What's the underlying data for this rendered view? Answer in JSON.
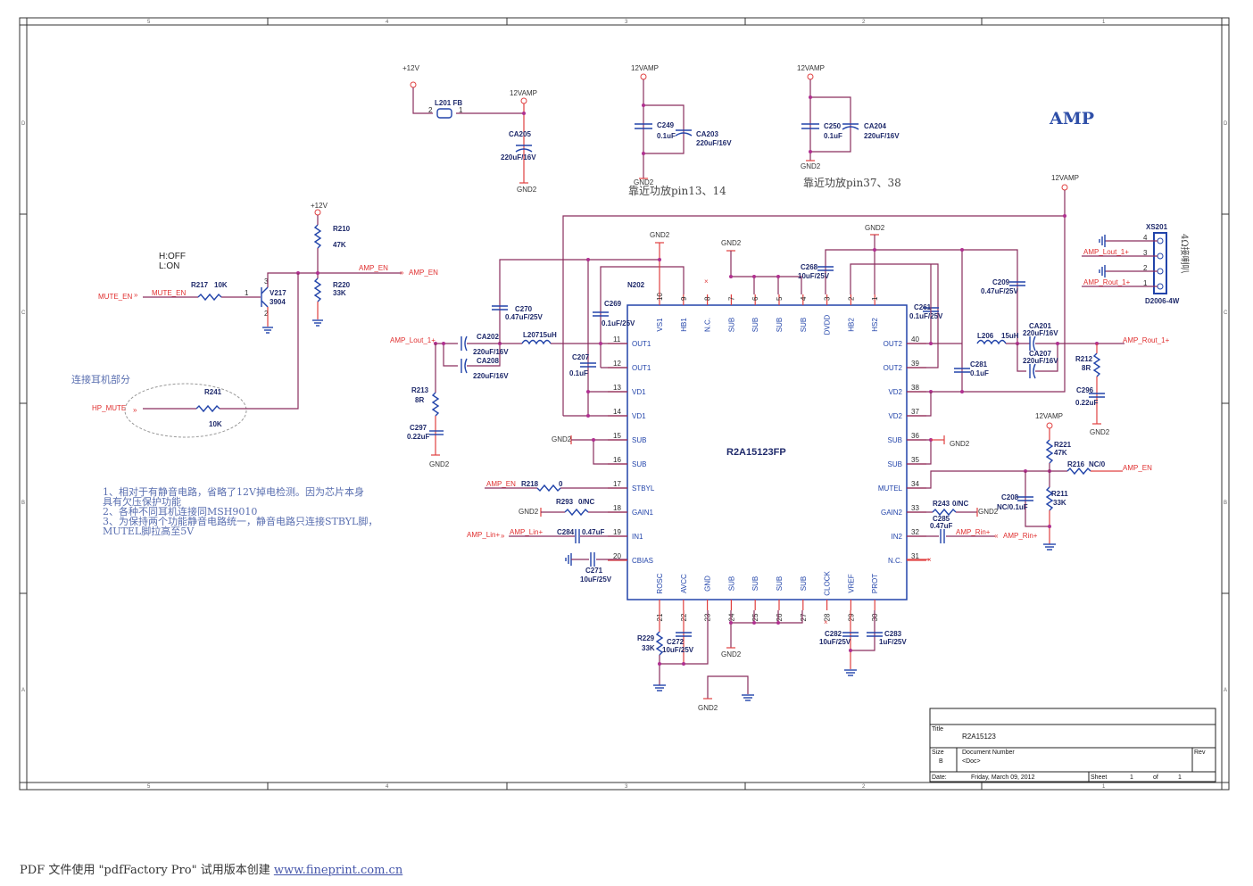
{
  "sheet": {
    "title_big": "AMP",
    "zones_cols": [
      "5",
      "4",
      "3",
      "2",
      "1"
    ],
    "zones_rows": [
      "D",
      "C",
      "B",
      "A"
    ]
  },
  "ic": {
    "ref": "N202",
    "part": "R2A15123FP",
    "left_pins": [
      {
        "num": "11",
        "name": "OUT1"
      },
      {
        "num": "12",
        "name": "OUT1"
      },
      {
        "num": "13",
        "name": "VD1"
      },
      {
        "num": "14",
        "name": "VD1"
      },
      {
        "num": "15",
        "name": "SUB"
      },
      {
        "num": "16",
        "name": "SUB"
      },
      {
        "num": "17",
        "name": "STBYL"
      },
      {
        "num": "18",
        "name": "GAIN1"
      },
      {
        "num": "19",
        "name": "IN1"
      },
      {
        "num": "20",
        "name": "CBIAS"
      }
    ],
    "right_pins": [
      {
        "num": "40",
        "name": "OUT2"
      },
      {
        "num": "39",
        "name": "OUT2"
      },
      {
        "num": "38",
        "name": "VD2"
      },
      {
        "num": "37",
        "name": "VD2"
      },
      {
        "num": "36",
        "name": "SUB"
      },
      {
        "num": "35",
        "name": "SUB"
      },
      {
        "num": "34",
        "name": "MUTEL"
      },
      {
        "num": "33",
        "name": "GAIN2"
      },
      {
        "num": "32",
        "name": "IN2"
      },
      {
        "num": "31",
        "name": "N.C."
      }
    ],
    "top_pins": [
      {
        "num": "10",
        "name": "VS1"
      },
      {
        "num": "9",
        "name": "HB1"
      },
      {
        "num": "8",
        "name": "N.C."
      },
      {
        "num": "7",
        "name": "SUB"
      },
      {
        "num": "6",
        "name": "SUB"
      },
      {
        "num": "5",
        "name": "SUB"
      },
      {
        "num": "4",
        "name": "SUB"
      },
      {
        "num": "3",
        "name": "DVDD"
      },
      {
        "num": "2",
        "name": "HB2"
      },
      {
        "num": "1",
        "name": "HS2"
      }
    ],
    "bottom_pins": [
      {
        "num": "21",
        "name": "ROSC"
      },
      {
        "num": "22",
        "name": "AVCC"
      },
      {
        "num": "23",
        "name": "GND"
      },
      {
        "num": "24",
        "name": "SUB"
      },
      {
        "num": "25",
        "name": "SUB"
      },
      {
        "num": "26",
        "name": "SUB"
      },
      {
        "num": "27",
        "name": "SUB"
      },
      {
        "num": "28",
        "name": "CLOCK"
      },
      {
        "num": "29",
        "name": "VREF"
      },
      {
        "num": "30",
        "name": "PROT"
      }
    ]
  },
  "power": {
    "p12v": "+12V",
    "v12amp": "12VAMP",
    "gnd2": "GND2",
    "l201": "L201 FB",
    "l201_pin2": "2",
    "l201_pin1": "1",
    "ca205": "CA205",
    "ca205_val": "220uF/16V",
    "c249": "C249",
    "c249_val": "0.1uF",
    "ca203": "CA203",
    "ca203_val": "220uF/16V",
    "c250": "C250",
    "c250_val": "0.1uF",
    "ca204": "CA204",
    "ca204_val": "220uF/16V",
    "note_pin13": "靠近功放pin13、14",
    "note_pin37": "靠近功放pin37、38"
  },
  "mute": {
    "hoff": "H:OFF",
    "lon": "L:ON",
    "mute_en_port": "MUTE_EN",
    "mute_en_net": "MUTE_EN",
    "r217": "R217",
    "r217_val": "10K",
    "v217": "V217",
    "v217_part": "3904",
    "pin1": "1",
    "pin2": "2",
    "pin3": "3",
    "r210": "R210",
    "r210_val": "47K",
    "r220": "R220",
    "r220_val": "33K",
    "amp_en_net": "AMP_EN",
    "amp_en_port": "AMP_EN",
    "hp_section": "连接耳机部分",
    "hp_mute": "HP_MUTE",
    "r241": "R241",
    "r241_val": "10K"
  },
  "notes": [
    "1、相对于有静音电路，省略了12V掉电检测。因为芯片本身",
    "具有欠压保护功能",
    "2、各种不同耳机连接同MSH9010",
    "3、为保持两个功能静音电路统一，静音电路只连接STBYL脚，",
    "MUTEL脚拉高至5V"
  ],
  "left_out": {
    "amp_lout": "AMP_Lout_1+",
    "ca202": "CA202",
    "ca202_val": "220uF/16V",
    "ca208": "CA208",
    "ca208_val": "220uF/16V",
    "l207": "L20715uH",
    "c270": "C270",
    "c270_val": "0.47uF/25V",
    "c269": "C269",
    "c269_val": "0.1uF/25V",
    "c207": "C207",
    "c207_val": "0.1uF",
    "r213": "R213",
    "r213_val": "8R",
    "c297": "C297",
    "c297_val": "0.22uF"
  },
  "left_in": {
    "amp_en": "AMP_EN",
    "r218": "R218",
    "r218_val": "0",
    "r293": "R293",
    "r293_val": "0/NC",
    "amp_lin_port": "AMP_Lin+",
    "amp_lin_net": "AMP_Lin+",
    "c284": "C284",
    "c284_val": "0.47uF",
    "c271": "C271",
    "c271_val": "10uF/25V"
  },
  "top_parts": {
    "c268": "C268",
    "c268_val": "10uF/25V",
    "c261": "C261",
    "c261_val": "0.1uF/25V",
    "c209": "C209",
    "c209_val": "0.47uF/25V"
  },
  "right_out": {
    "l206": "L206",
    "l206_val": "15uH",
    "ca201": "CA201",
    "ca201_val": "220uF/16V",
    "ca207": "CA207",
    "ca207_val": "220uF/16V",
    "c281": "C281",
    "c281_val": "0.1uF",
    "amp_rout": "AMP_Rout_1+",
    "r212": "R212",
    "r212_val": "8R",
    "c296": "C296",
    "c296_val": "0.22uF"
  },
  "right_in": {
    "r221": "R221",
    "r221_val": "47K",
    "r216": "R216",
    "r216_val": "NC/0",
    "amp_en": "AMP_EN",
    "c208": "C208",
    "c208_val": "NC/0.1uF",
    "r211": "R211",
    "r211_val": "33K",
    "r243": "R243",
    "r243_val": "0/NC",
    "c285": "C285",
    "c285_val": "0.47uF",
    "amp_rin_net": "AMP_Rin+",
    "amp_rin_port": "AMP_Rin+"
  },
  "bottom_parts": {
    "r229": "R229",
    "r229_val": "33K",
    "c272": "C272",
    "c272_val": "10uF/25V",
    "c282": "C282",
    "c282_val": "10uF/25V",
    "c283": "C283",
    "c283_val": "1uF/25V"
  },
  "connector": {
    "ref": "XS201",
    "part": "D2006-4W",
    "label": "4Ω接喇叭",
    "pins": [
      {
        "num": "4",
        "net": ""
      },
      {
        "num": "3",
        "net": "AMP_Lout_1+"
      },
      {
        "num": "2",
        "net": ""
      },
      {
        "num": "1",
        "net": "AMP_Rout_1+"
      }
    ]
  },
  "titleblock": {
    "title_label": "Title",
    "title": "R2A15123",
    "size_label": "Size",
    "size": "B",
    "docnum_label": "Document Number",
    "docnum": "<Doc>",
    "rev_label": "Rev",
    "date_label": "Date:",
    "date": "Friday, March 09, 2012",
    "sheet_label": "Sheet",
    "sheet": "1",
    "of_label": "of",
    "of": "1"
  },
  "footer": {
    "text": "PDF 文件使用 \"pdfFactory Pro\" 试用版本创建 ",
    "link": "www.fineprint.com.cn"
  }
}
